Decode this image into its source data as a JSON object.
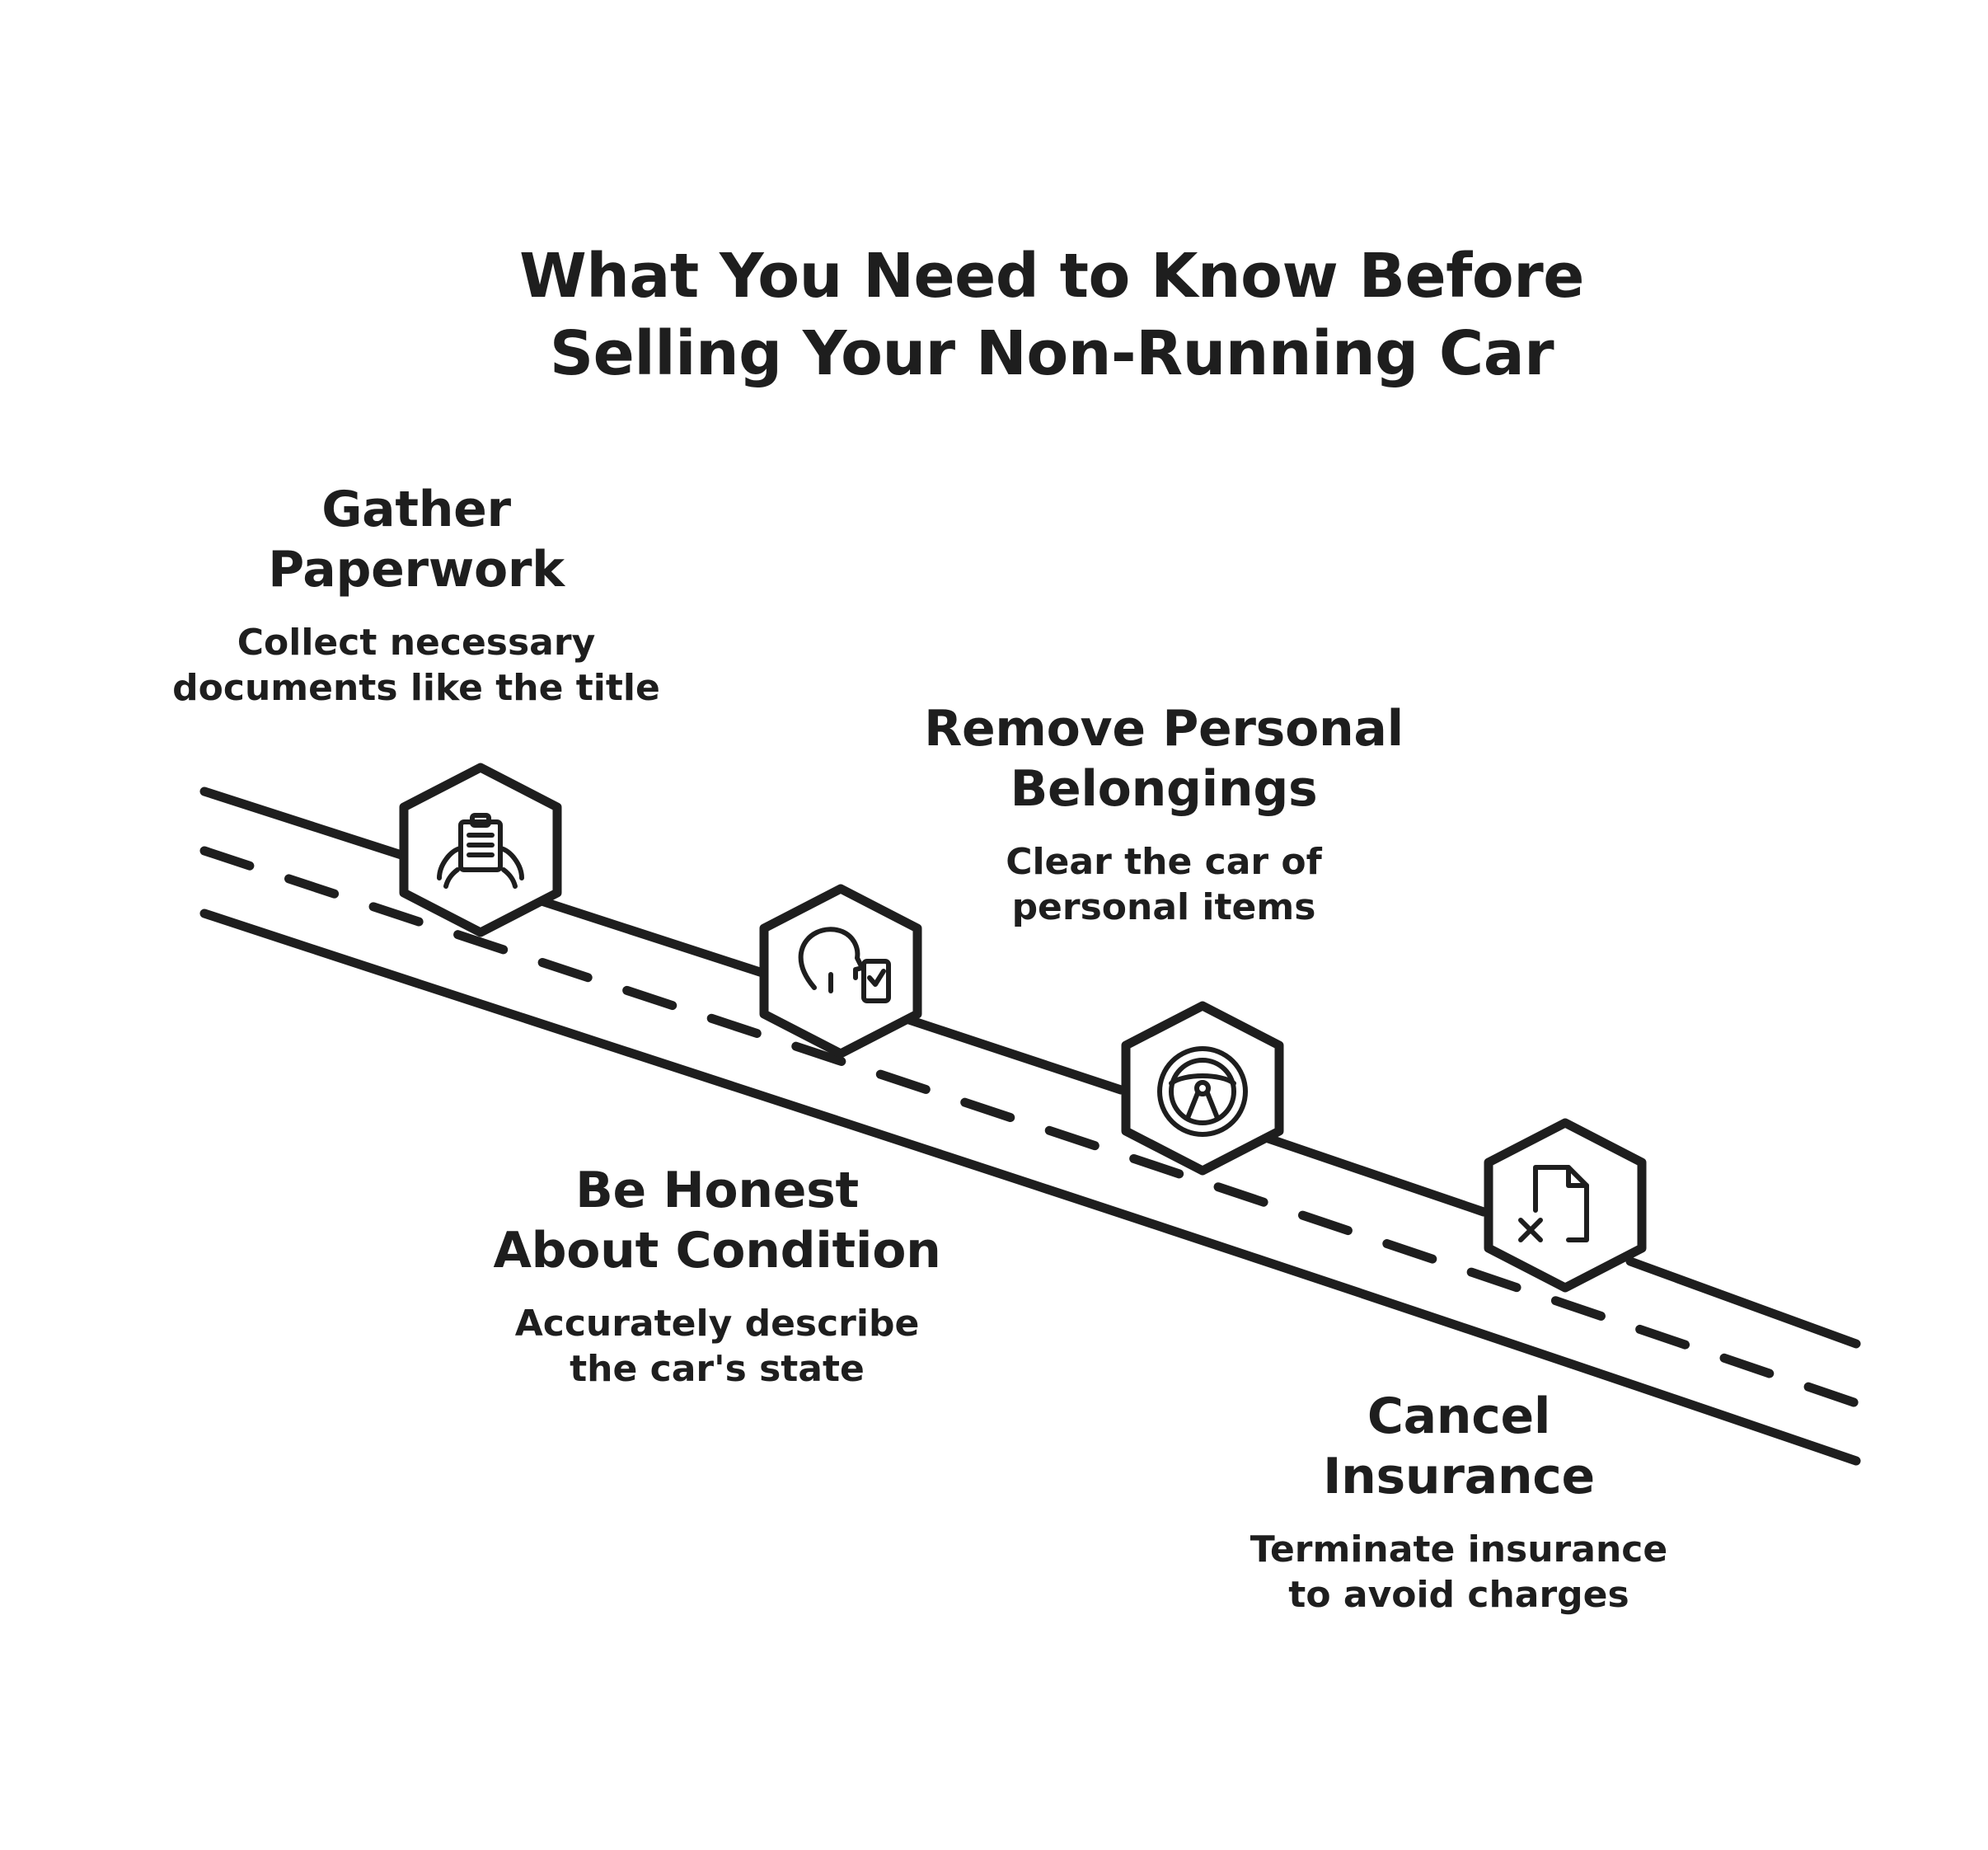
{
  "title": {
    "line1": "What You Need to Know Before",
    "line2": "Selling Your Non-Running Car"
  },
  "steps": [
    {
      "heading": [
        "Gather",
        "Paperwork"
      ],
      "description": [
        "Collect necessary",
        "documents like the title"
      ],
      "icon": "clipboard-hands-icon"
    },
    {
      "heading": [
        "Be Honest",
        "About Condition"
      ],
      "description": [
        "Accurately describe",
        "the car's state"
      ],
      "icon": "head-checklist-icon"
    },
    {
      "heading": [
        "Remove Personal",
        "Belongings"
      ],
      "description": [
        "Clear the car of",
        "personal items"
      ],
      "icon": "steering-wheel-icon"
    },
    {
      "heading": [
        "Cancel",
        "Insurance"
      ],
      "description": [
        "Terminate insurance",
        "to avoid charges"
      ],
      "icon": "document-cancel-icon"
    }
  ],
  "colors": {
    "ink": "#1e1e1e",
    "background": "#ffffff"
  }
}
